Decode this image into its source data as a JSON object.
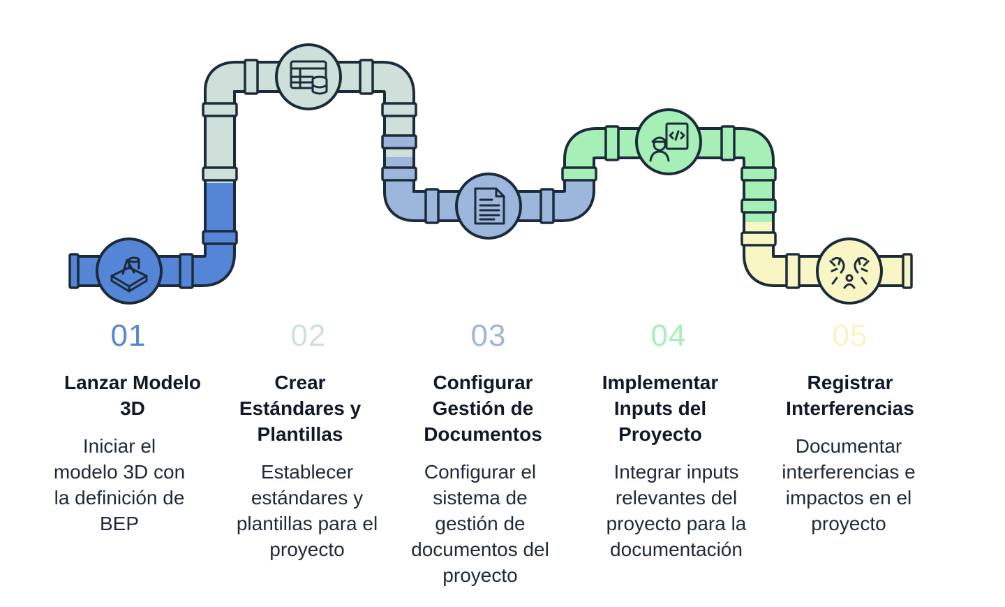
{
  "colors": {
    "outline": "#1b2b3a",
    "blue": "#5585d6",
    "blue_light": "#cfe0da",
    "periwinkle": "#9cb6dc",
    "green": "#a6f0b8",
    "yellow": "#f7f6c4"
  },
  "steps": [
    {
      "number": "01",
      "title": "Lanzar Modelo 3D",
      "description": "Iniciar el modelo 3D con la definición de BEP",
      "color": "#5585d6",
      "icon": "3d-model-icon"
    },
    {
      "number": "02",
      "title": "Crear Estándares y Plantillas",
      "description": "Establecer estándares y plantillas para el proyecto",
      "color": "#cfe0da",
      "icon": "template-database-icon"
    },
    {
      "number": "03",
      "title": "Configurar Gestión de Documentos",
      "description": "Configurar el sistema de gestión de documentos del proyecto",
      "color": "#9cb6dc",
      "icon": "document-icon"
    },
    {
      "number": "04",
      "title": "Implementar Inputs del Proyecto",
      "description": "Integrar inputs relevantes del proyecto para la documentación",
      "color": "#a6f0b8",
      "icon": "engineer-code-icon"
    },
    {
      "number": "05",
      "title": "Registrar Interferencias",
      "description": "Documentar interferencias e impactos en el proyecto",
      "color": "#f7f6c4",
      "icon": "interference-icon"
    }
  ]
}
